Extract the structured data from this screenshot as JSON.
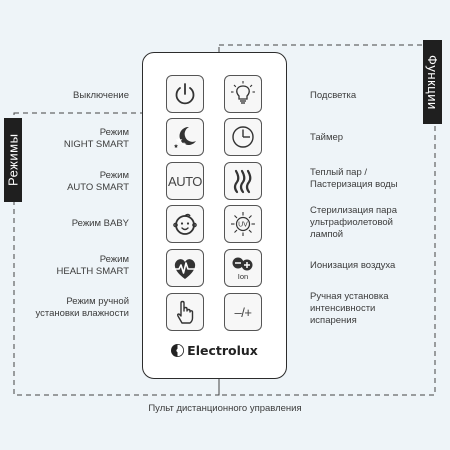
{
  "tabs": {
    "left": "Режимы",
    "right": "Функции"
  },
  "left_labels": [
    {
      "line1": "Выключение",
      "line2": ""
    },
    {
      "line1": "Режим",
      "line2": "NIGHT SMART"
    },
    {
      "line1": "Режим",
      "line2": "AUTO SMART"
    },
    {
      "line1": "Режим BABY",
      "line2": ""
    },
    {
      "line1": "Режим",
      "line2": "HEALTH SMART"
    },
    {
      "line1": "Режим ручной",
      "line2": "установки влажности"
    }
  ],
  "right_labels": [
    {
      "line1": "Подсветка",
      "line2": "",
      "line3": ""
    },
    {
      "line1": "Таймер",
      "line2": "",
      "line3": ""
    },
    {
      "line1": "Теплый пар /",
      "line2": "Пастеризация воды",
      "line3": ""
    },
    {
      "line1": "Стерилизация пара",
      "line2": "ультрафиолетовой",
      "line3": "лампой"
    },
    {
      "line1": "Ионизация воздуха",
      "line2": "",
      "line3": ""
    },
    {
      "line1": "Ручная установка",
      "line2": "интенсивности",
      "line3": "испарения"
    }
  ],
  "buttons": {
    "auto_text": "AUTO",
    "uv_text": "UV",
    "ion_text": "Ion",
    "manual_text": "–/+"
  },
  "brand": "Electrolux",
  "caption": "Пульт дистанционного управления",
  "colors": {
    "background": "#eef4f8",
    "tab": "#1f1f1f",
    "remote_border": "#2c2c2c",
    "dash": "#444444"
  }
}
